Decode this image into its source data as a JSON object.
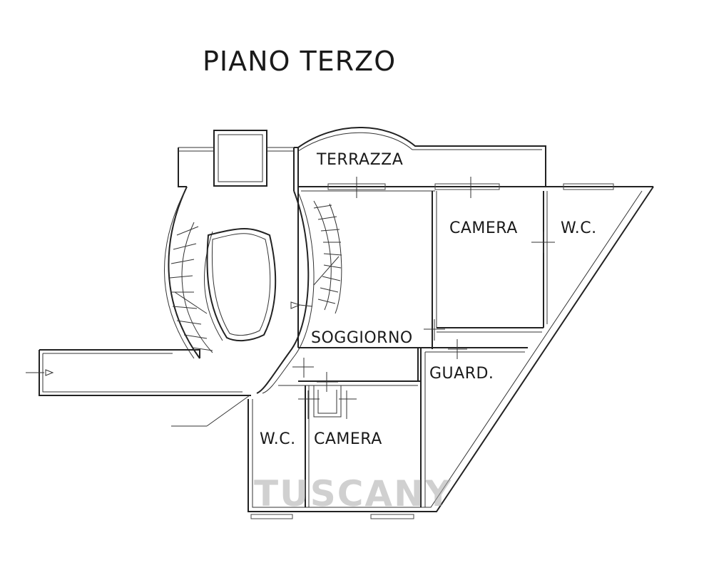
{
  "title": "PIANO TERZO",
  "rooms": {
    "terrazza": "TERRAZZA",
    "camera_top": "CAMERA",
    "wc_top": "W.C.",
    "soggiorno": "SOGGIORNO",
    "guard": "GUARD.",
    "wc_bottom": "W.C.",
    "camera_bottom": "CAMERA"
  },
  "watermark": "TUSCANY"
}
